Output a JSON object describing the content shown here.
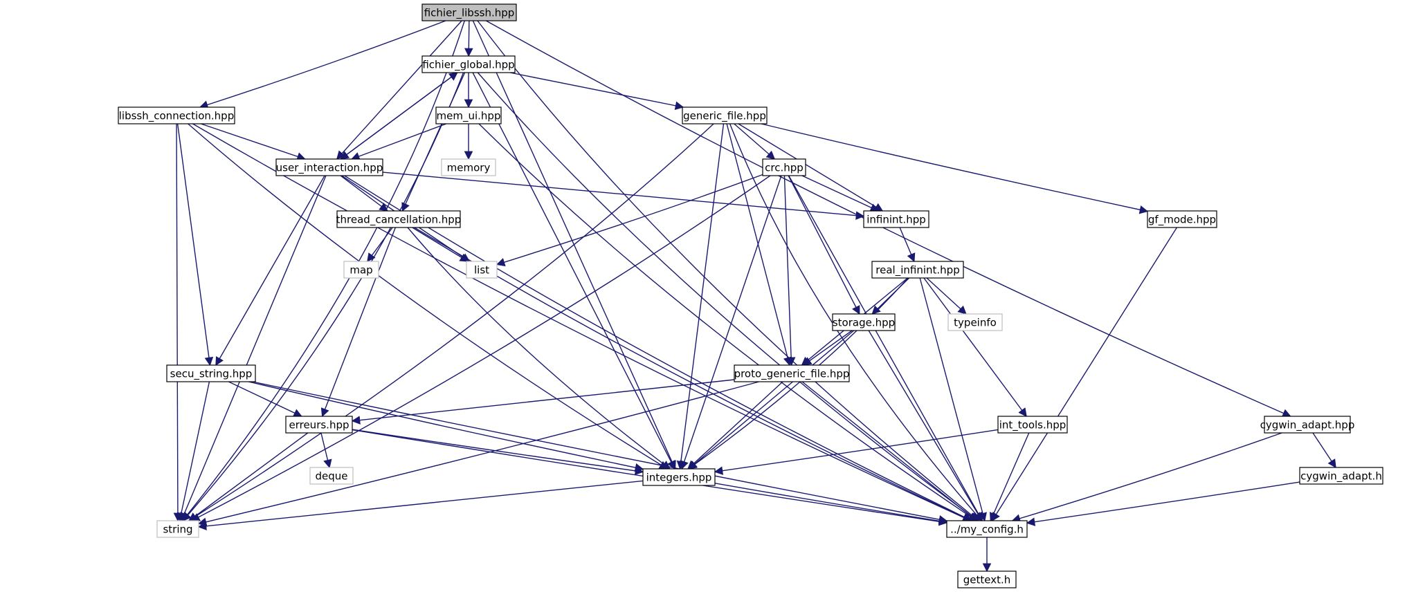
{
  "nodes": [
    {
      "id": "fichier_libssh",
      "label": "fichier_libssh.hpp",
      "style": "root"
    },
    {
      "id": "fichier_global",
      "label": "fichier_global.hpp",
      "style": "normal"
    },
    {
      "id": "libssh_connection",
      "label": "libssh_connection.hpp",
      "style": "normal"
    },
    {
      "id": "mem_ui",
      "label": "mem_ui.hpp",
      "style": "normal"
    },
    {
      "id": "generic_file",
      "label": "generic_file.hpp",
      "style": "normal"
    },
    {
      "id": "user_interaction",
      "label": "user_interaction.hpp",
      "style": "normal"
    },
    {
      "id": "memory",
      "label": "memory",
      "style": "external"
    },
    {
      "id": "crc",
      "label": "crc.hpp",
      "style": "normal"
    },
    {
      "id": "thread_cancellation",
      "label": "thread_cancellation.hpp",
      "style": "normal"
    },
    {
      "id": "infinint",
      "label": "infinint.hpp",
      "style": "normal"
    },
    {
      "id": "gf_mode",
      "label": "gf_mode.hpp",
      "style": "normal"
    },
    {
      "id": "map",
      "label": "map",
      "style": "external"
    },
    {
      "id": "list",
      "label": "list",
      "style": "external"
    },
    {
      "id": "real_infinint",
      "label": "real_infinint.hpp",
      "style": "normal"
    },
    {
      "id": "storage",
      "label": "storage.hpp",
      "style": "normal"
    },
    {
      "id": "typeinfo",
      "label": "typeinfo",
      "style": "external"
    },
    {
      "id": "secu_string",
      "label": "secu_string.hpp",
      "style": "normal"
    },
    {
      "id": "proto_generic_file",
      "label": "proto_generic_file.hpp",
      "style": "normal"
    },
    {
      "id": "erreurs",
      "label": "erreurs.hpp",
      "style": "normal"
    },
    {
      "id": "int_tools",
      "label": "int_tools.hpp",
      "style": "normal"
    },
    {
      "id": "cygwin_adapt_hpp",
      "label": "cygwin_adapt.hpp",
      "style": "normal"
    },
    {
      "id": "deque",
      "label": "deque",
      "style": "external"
    },
    {
      "id": "integers",
      "label": "integers.hpp",
      "style": "normal"
    },
    {
      "id": "cygwin_adapt_h",
      "label": "cygwin_adapt.h",
      "style": "normal"
    },
    {
      "id": "string",
      "label": "string",
      "style": "external"
    },
    {
      "id": "my_config",
      "label": "../my_config.h",
      "style": "normal"
    },
    {
      "id": "gettext",
      "label": "gettext.h",
      "style": "normal"
    }
  ],
  "edges": [
    [
      "fichier_libssh",
      "fichier_global"
    ],
    [
      "fichier_libssh",
      "libssh_connection"
    ],
    [
      "fichier_libssh",
      "user_interaction"
    ],
    [
      "fichier_libssh",
      "string"
    ],
    [
      "fichier_libssh",
      "integers"
    ],
    [
      "fichier_libssh",
      "cygwin_adapt_hpp"
    ],
    [
      "fichier_libssh",
      "my_config"
    ],
    [
      "fichier_global",
      "mem_ui"
    ],
    [
      "fichier_global",
      "generic_file"
    ],
    [
      "fichier_global",
      "user_interaction"
    ],
    [
      "fichier_global",
      "thread_cancellation"
    ],
    [
      "fichier_global",
      "string"
    ],
    [
      "fichier_global",
      "integers"
    ],
    [
      "fichier_global",
      "my_config"
    ],
    [
      "libssh_connection",
      "user_interaction"
    ],
    [
      "libssh_connection",
      "secu_string"
    ],
    [
      "libssh_connection",
      "integers"
    ],
    [
      "libssh_connection",
      "string"
    ],
    [
      "libssh_connection",
      "my_config"
    ],
    [
      "mem_ui",
      "user_interaction"
    ],
    [
      "mem_ui",
      "memory"
    ],
    [
      "mem_ui",
      "my_config"
    ],
    [
      "generic_file",
      "crc"
    ],
    [
      "generic_file",
      "infinint"
    ],
    [
      "generic_file",
      "gf_mode"
    ],
    [
      "generic_file",
      "proto_generic_file"
    ],
    [
      "generic_file",
      "integers"
    ],
    [
      "generic_file",
      "string"
    ],
    [
      "generic_file",
      "my_config"
    ],
    [
      "user_interaction",
      "fichier_global"
    ],
    [
      "user_interaction",
      "thread_cancellation"
    ],
    [
      "user_interaction",
      "list"
    ],
    [
      "user_interaction",
      "infinint"
    ],
    [
      "user_interaction",
      "secu_string"
    ],
    [
      "user_interaction",
      "string"
    ],
    [
      "user_interaction",
      "my_config"
    ],
    [
      "crc",
      "infinint"
    ],
    [
      "crc",
      "list"
    ],
    [
      "crc",
      "storage"
    ],
    [
      "crc",
      "proto_generic_file"
    ],
    [
      "crc",
      "integers"
    ],
    [
      "crc",
      "string"
    ],
    [
      "crc",
      "my_config"
    ],
    [
      "thread_cancellation",
      "map"
    ],
    [
      "thread_cancellation",
      "list"
    ],
    [
      "thread_cancellation",
      "erreurs"
    ],
    [
      "thread_cancellation",
      "integers"
    ],
    [
      "thread_cancellation",
      "my_config"
    ],
    [
      "infinint",
      "real_infinint"
    ],
    [
      "gf_mode",
      "my_config"
    ],
    [
      "real_infinint",
      "storage"
    ],
    [
      "real_infinint",
      "typeinfo"
    ],
    [
      "real_infinint",
      "proto_generic_file"
    ],
    [
      "real_infinint",
      "int_tools"
    ],
    [
      "real_infinint",
      "integers"
    ],
    [
      "real_infinint",
      "my_config"
    ],
    [
      "storage",
      "proto_generic_file"
    ],
    [
      "storage",
      "integers"
    ],
    [
      "storage",
      "my_config"
    ],
    [
      "secu_string",
      "erreurs"
    ],
    [
      "secu_string",
      "integers"
    ],
    [
      "secu_string",
      "string"
    ],
    [
      "secu_string",
      "my_config"
    ],
    [
      "proto_generic_file",
      "erreurs"
    ],
    [
      "proto_generic_file",
      "integers"
    ],
    [
      "proto_generic_file",
      "string"
    ],
    [
      "proto_generic_file",
      "my_config"
    ],
    [
      "erreurs",
      "deque"
    ],
    [
      "erreurs",
      "integers"
    ],
    [
      "erreurs",
      "string"
    ],
    [
      "erreurs",
      "my_config"
    ],
    [
      "int_tools",
      "integers"
    ],
    [
      "int_tools",
      "my_config"
    ],
    [
      "cygwin_adapt_hpp",
      "cygwin_adapt_h"
    ],
    [
      "cygwin_adapt_hpp",
      "my_config"
    ],
    [
      "cygwin_adapt_h",
      "my_config"
    ],
    [
      "integers",
      "string"
    ],
    [
      "integers",
      "my_config"
    ],
    [
      "my_config",
      "gettext"
    ]
  ],
  "colors": {
    "edge": "#191970",
    "node_border": "#000000",
    "root_fill": "#bfbfbf",
    "external_border": "#bfbfbf"
  }
}
